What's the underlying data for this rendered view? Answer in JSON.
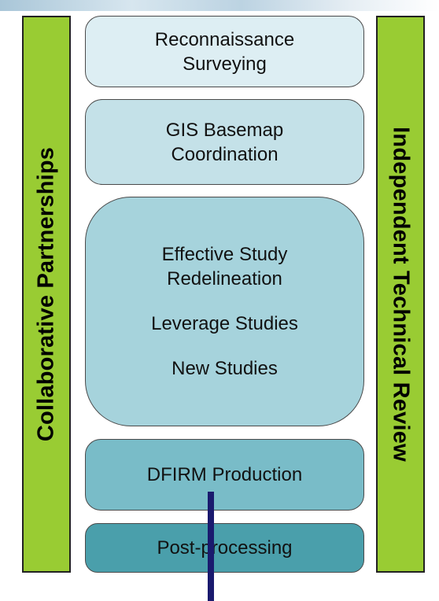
{
  "left_bar": {
    "label": "Collaborative Partnerships"
  },
  "right_bar": {
    "label": "Independent Technical Review"
  },
  "stages": [
    {
      "lines": [
        "Reconnaissance",
        "Surveying"
      ]
    },
    {
      "lines": [
        "GIS Basemap",
        "Coordination"
      ]
    },
    {
      "lines": [
        "Effective Study",
        "Redelineation",
        "Leverage Studies",
        "New Studies"
      ]
    },
    {
      "lines": [
        "DFIRM Production"
      ]
    },
    {
      "lines": [
        "Post-processing"
      ]
    }
  ],
  "colors": {
    "side_bar": "#99cc33",
    "stage_1": "#ddeef3",
    "stage_2": "#c4e1e8",
    "stage_3": "#a6d3dc",
    "stage_4": "#79bcc8",
    "stage_5": "#4a9fab",
    "pointer": "#1a1a6e"
  }
}
